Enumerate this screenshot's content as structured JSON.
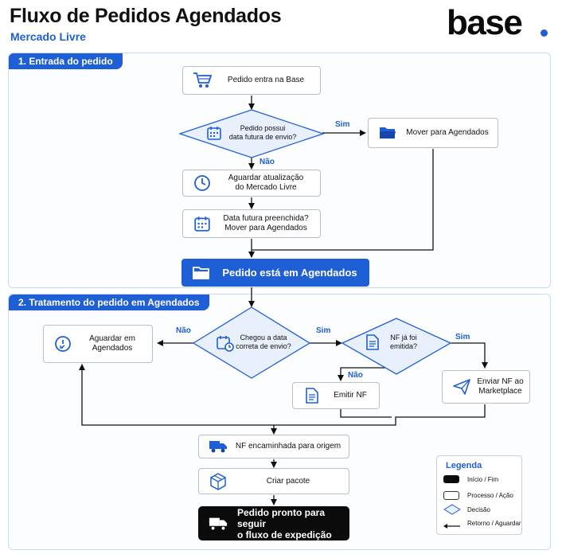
{
  "header": {
    "title": "Fluxo de Pedidos Agendados",
    "subtitle": "Mercado Livre",
    "logo_text": "base",
    "accent_color": "#1f5fd6"
  },
  "section1": {
    "label": "1. Entrada do pedido",
    "start": "Pedido entra na Base",
    "decision_line1": "Pedido possui",
    "decision_line2": "data futura de envio?",
    "yes_label": "Sim",
    "no_label": "Não",
    "move": "Mover para Agendados",
    "wait_line1": "Aguardar atualização",
    "wait_line2": "do Mercado Livre",
    "filled_line1": "Data futura preenchida?",
    "filled_line2": "Mover para Agendados",
    "result": "Pedido está em Agendados"
  },
  "section2": {
    "label": "2. Tratamento do pedido em Agendados",
    "decision_line1": "Chegou a data",
    "decision_line2": "correta de envio?",
    "no_label": "Não",
    "yes_label": "Sim",
    "wait_line1": "Aguardar em",
    "wait_line2": "Agendados",
    "nf_decision_line1": "NF já foi",
    "nf_decision_line2": "emitida?",
    "nf_yes_label": "Sim",
    "nf_no_label": "Não",
    "send_nf_line1": "Enviar NF ao",
    "send_nf_line2": "Marketplace",
    "emit_nf": "Emitir NF",
    "forward": "NF encaminhada para origem",
    "package": "Criar pacote",
    "final_line1": "Pedido pronto para seguir",
    "final_line2": "o fluxo de expedição"
  },
  "legend": {
    "title": "Legenda",
    "items": [
      "Início / Fim",
      "Processo / Ação",
      "Decisão",
      "Retorno / Aguardar"
    ]
  }
}
